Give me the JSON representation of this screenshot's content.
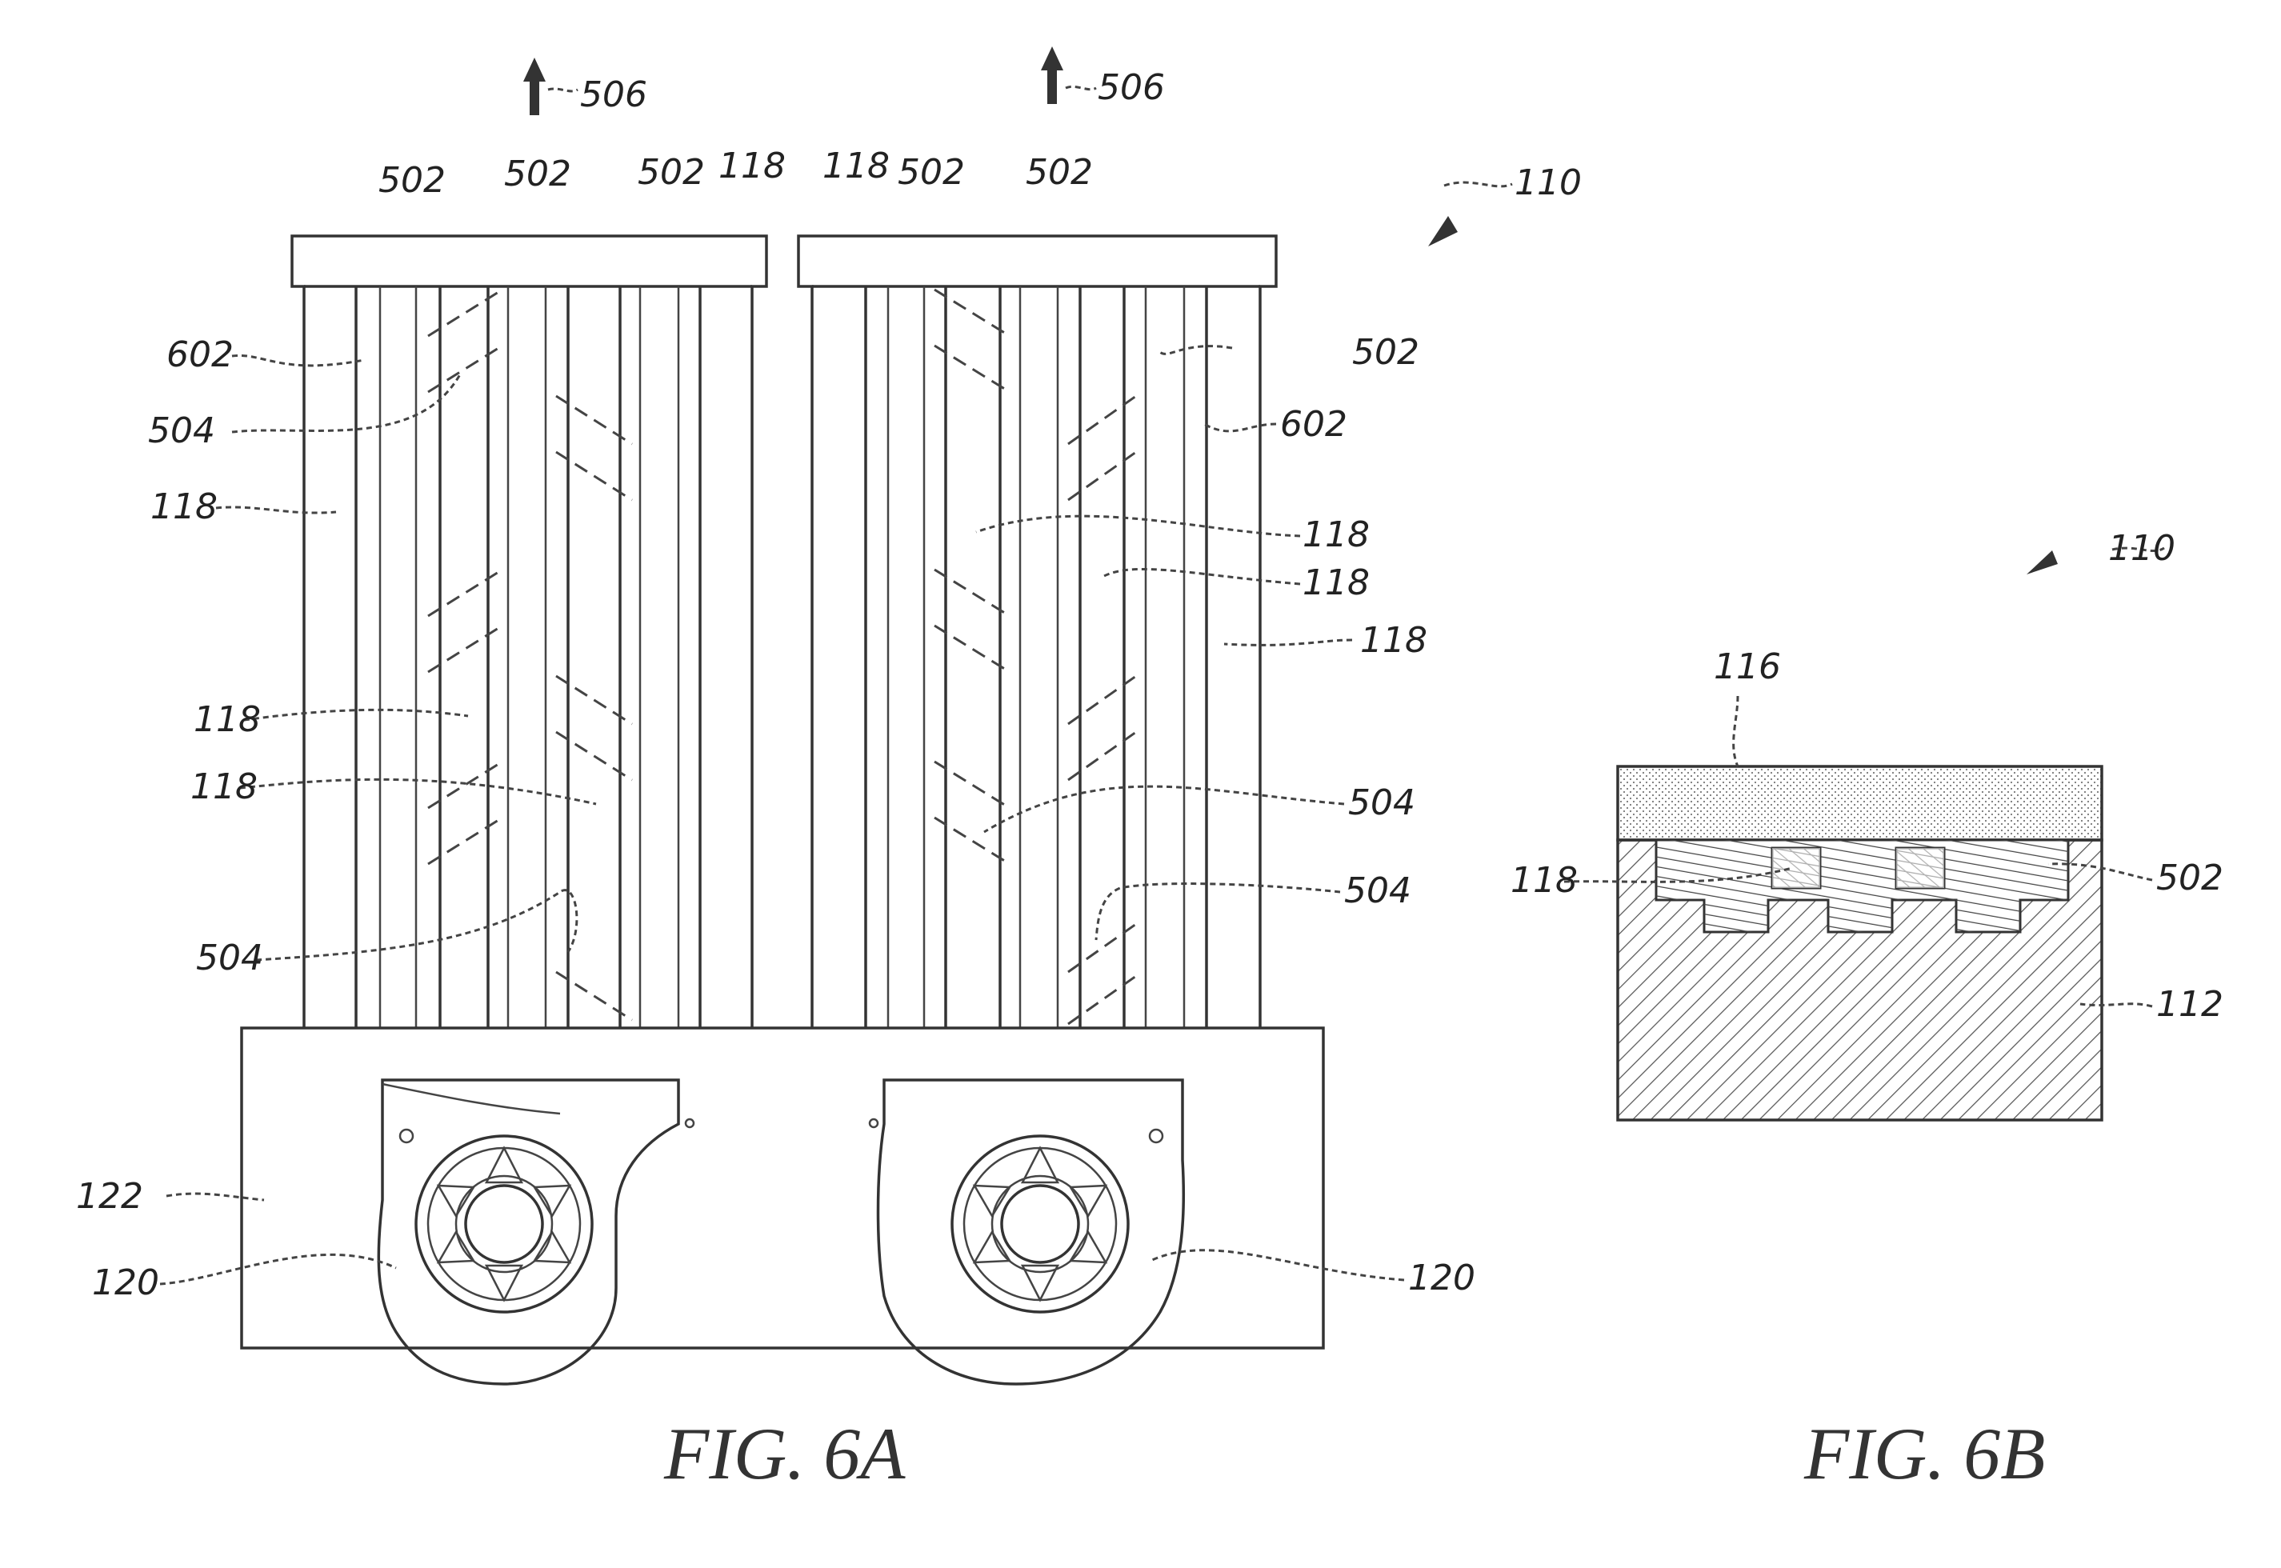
{
  "figures": [
    {
      "id": "fig-6a",
      "caption": "FIG. 6A"
    },
    {
      "id": "fig-6b",
      "caption": "FIG. 6B"
    }
  ],
  "labels": {
    "l506a": "506",
    "l506b": "506",
    "l110a": "110",
    "l110b": "110",
    "l502_1": "502",
    "l502_2": "502",
    "l502_3": "502",
    "l502_4": "502",
    "l502_5": "502",
    "l502_6": "502",
    "l502_7": "502",
    "l118_t1": "118",
    "l118_t2": "118",
    "l602_l": "602",
    "l602_r": "602",
    "l504_1": "504",
    "l504_2": "504",
    "l504_3": "504",
    "l504_4": "504",
    "l118_l1": "118",
    "l118_l2": "118",
    "l118_l3": "118",
    "l118_r1": "118",
    "l118_r2": "118",
    "l118_r3": "118",
    "l122": "122",
    "l120_l": "120",
    "l120_r": "120",
    "l116": "116",
    "l118_b": "118",
    "l502_b": "502",
    "l112": "112"
  }
}
